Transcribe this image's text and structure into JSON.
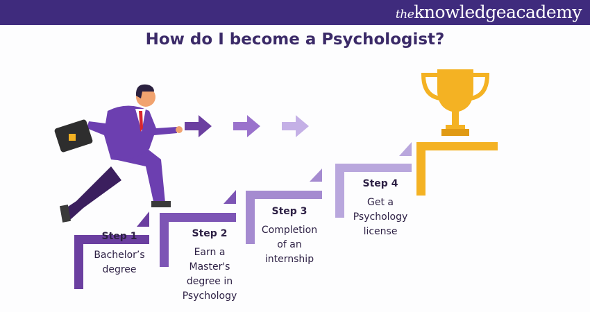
{
  "brand": {
    "prefix": "the",
    "name": "knowledgeacademy"
  },
  "title": "How do I become a Psychologist?",
  "steps": [
    {
      "label": "Step 1",
      "text": "Bachelor’s degree"
    },
    {
      "label": "Step 2",
      "text": "Earn a Master's degree in Psychology"
    },
    {
      "label": "Step 3",
      "text": "Completion of an internship"
    },
    {
      "label": "Step 4",
      "text": "Get a Psychology license"
    }
  ],
  "colors": {
    "header": "#3f2b7d",
    "step1": "#6b3fa0",
    "step2": "#7d55b5",
    "step3": "#a58bd0",
    "step4": "#b9a7dd",
    "goal": "#f4b223"
  }
}
